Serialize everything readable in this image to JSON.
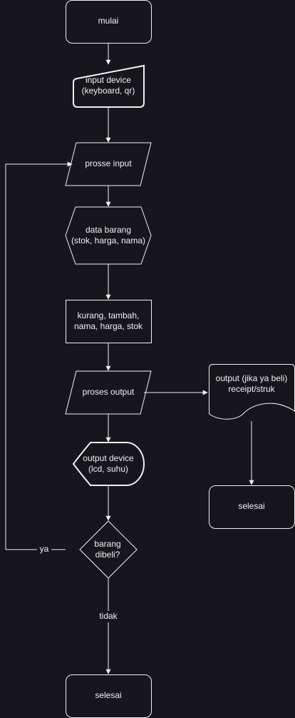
{
  "nodes": {
    "start": {
      "lines": [
        "mulai"
      ]
    },
    "input_device": {
      "lines": [
        "input device",
        "(keyboard, qr)"
      ]
    },
    "process_input": {
      "lines": [
        "prosse input"
      ]
    },
    "item_data": {
      "lines": [
        "data barang",
        "(stok, harga, nama)"
      ]
    },
    "modify": {
      "lines": [
        "kurang, tambah,",
        "nama, harga, stok"
      ]
    },
    "process_output": {
      "lines": [
        "proses output"
      ]
    },
    "output_device": {
      "lines": [
        "output device",
        "(lcd, suhu)"
      ]
    },
    "decision": {
      "lines": [
        "barang",
        "dibeli?"
      ]
    },
    "end_main": {
      "lines": [
        "selesai"
      ]
    },
    "receipt": {
      "lines": [
        "output (jika ya beli)",
        "receipt/struk"
      ]
    },
    "end_receipt": {
      "lines": [
        "selesai"
      ]
    }
  },
  "edge_labels": {
    "yes": "ya",
    "no": "tidak"
  },
  "colors": {
    "background": "#18161d",
    "stroke": "#f0f0f0",
    "text": "#f0f0f0"
  }
}
